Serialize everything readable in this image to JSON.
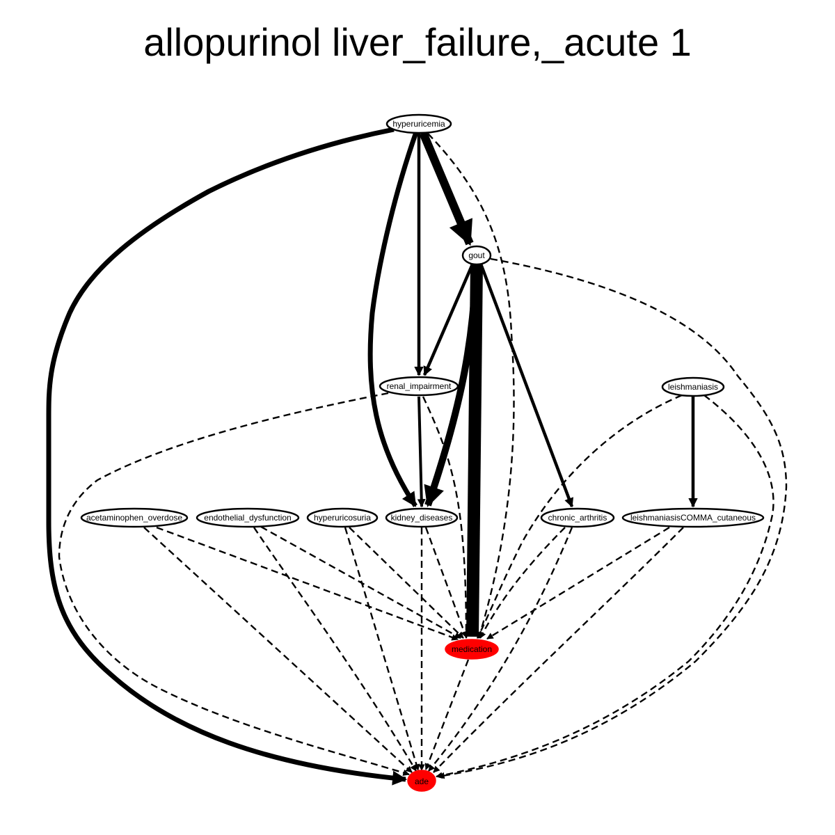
{
  "title": "allopurinol liver_failure,_acute 1",
  "colors": {
    "highlight": "#ff0000",
    "node_fill": "#ffffff",
    "stroke": "#000000"
  },
  "nodes": {
    "hyperuricemia": "hyperuricemia",
    "gout": "gout",
    "renal_impairment": "renal_impairment",
    "leishmaniasis": "leishmaniasis",
    "acetaminophen_overdose": "acetaminophen_overdose",
    "endothelial_dysfunction": "endothelial_dysfunction",
    "hyperuricosuria": "hyperuricosuria",
    "kidney_diseases": "kidney_diseases",
    "chronic_arthritis": "chronic_arthritis",
    "leishmaniasis_cutaneous": "leishmaniasisCOMMA_cutaneous",
    "medication": "medication",
    "ade": "ade"
  },
  "highlighted_nodes": [
    "medication",
    "ade"
  ],
  "edges": [
    {
      "from": "hyperuricemia",
      "to": "ade",
      "style": "solid"
    },
    {
      "from": "hyperuricemia",
      "to": "kidney_diseases",
      "style": "solid"
    },
    {
      "from": "hyperuricemia",
      "to": "renal_impairment",
      "style": "solid"
    },
    {
      "from": "hyperuricemia",
      "to": "gout",
      "style": "solid"
    },
    {
      "from": "hyperuricemia",
      "to": "medication",
      "style": "dashed"
    },
    {
      "from": "gout",
      "to": "medication",
      "style": "solid"
    },
    {
      "from": "gout",
      "to": "kidney_diseases",
      "style": "solid"
    },
    {
      "from": "gout",
      "to": "renal_impairment",
      "style": "solid"
    },
    {
      "from": "gout",
      "to": "chronic_arthritis",
      "style": "solid"
    },
    {
      "from": "gout",
      "to": "ade",
      "style": "dashed"
    },
    {
      "from": "renal_impairment",
      "to": "kidney_diseases",
      "style": "solid"
    },
    {
      "from": "renal_impairment",
      "to": "medication",
      "style": "dashed"
    },
    {
      "from": "renal_impairment",
      "to": "ade",
      "style": "dashed"
    },
    {
      "from": "leishmaniasis",
      "to": "leishmaniasis_cutaneous",
      "style": "solid"
    },
    {
      "from": "leishmaniasis",
      "to": "medication",
      "style": "dashed"
    },
    {
      "from": "leishmaniasis",
      "to": "ade",
      "style": "dashed"
    },
    {
      "from": "acetaminophen_overdose",
      "to": "medication",
      "style": "dashed"
    },
    {
      "from": "acetaminophen_overdose",
      "to": "ade",
      "style": "dashed"
    },
    {
      "from": "endothelial_dysfunction",
      "to": "medication",
      "style": "dashed"
    },
    {
      "from": "endothelial_dysfunction",
      "to": "ade",
      "style": "dashed"
    },
    {
      "from": "hyperuricosuria",
      "to": "medication",
      "style": "dashed"
    },
    {
      "from": "hyperuricosuria",
      "to": "ade",
      "style": "dashed"
    },
    {
      "from": "kidney_diseases",
      "to": "medication",
      "style": "dashed"
    },
    {
      "from": "kidney_diseases",
      "to": "ade",
      "style": "dashed"
    },
    {
      "from": "chronic_arthritis",
      "to": "medication",
      "style": "dashed"
    },
    {
      "from": "chronic_arthritis",
      "to": "ade",
      "style": "dashed"
    },
    {
      "from": "leishmaniasis_cutaneous",
      "to": "medication",
      "style": "dashed"
    },
    {
      "from": "leishmaniasis_cutaneous",
      "to": "ade",
      "style": "dashed"
    },
    {
      "from": "medication",
      "to": "ade",
      "style": "dashed"
    }
  ]
}
